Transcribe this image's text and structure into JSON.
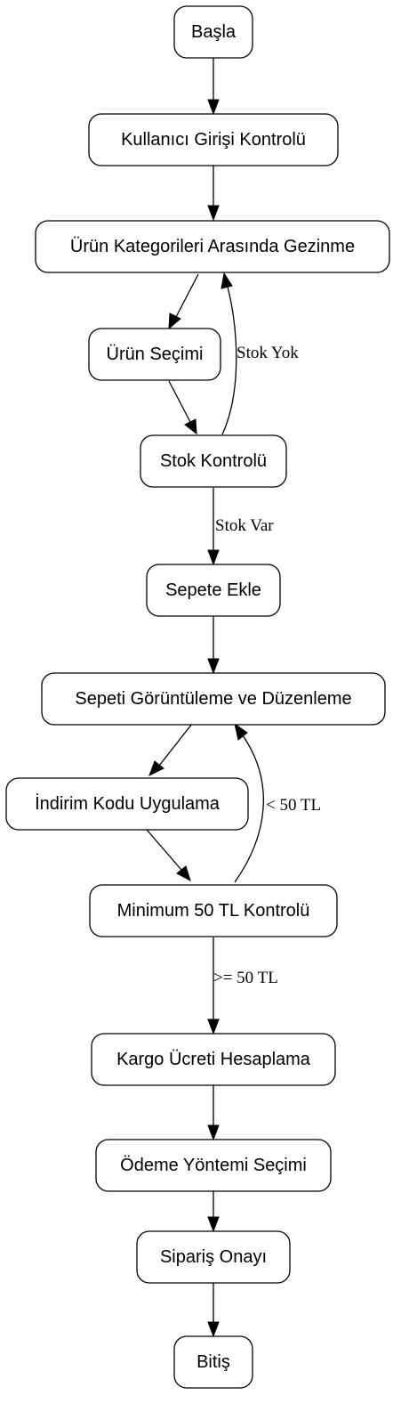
{
  "nodes": {
    "start": "Başla",
    "login": "Kullanıcı Girişi Kontrolü",
    "browse": "Ürün Kategorileri Arasında Gezinme",
    "select": "Ürün Seçimi",
    "stock": "Stok Kontrolü",
    "add_cart": "Sepete Ekle",
    "view_cart": "Sepeti Görüntüleme ve Düzenleme",
    "discount": "İndirim Kodu Uygulama",
    "min_check": "Minimum 50 TL Kontrolü",
    "shipping": "Kargo Ücreti Hesaplama",
    "payment": "Ödeme Yöntemi Seçimi",
    "confirm": "Sipariş Onayı",
    "end": "Bitiş"
  },
  "edges": {
    "stock_no": "Stok Yok",
    "stock_yes": "Stok Var",
    "under_50": "< 50 TL",
    "over_50": ">= 50 TL"
  }
}
